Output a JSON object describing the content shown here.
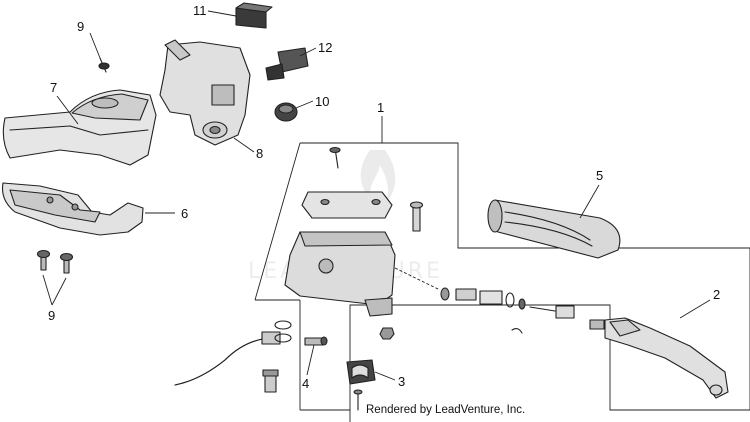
{
  "diagram": {
    "callouts": {
      "c1": "1",
      "c2": "2",
      "c3": "3",
      "c4": "4",
      "c5": "5",
      "c6": "6",
      "c7": "7",
      "c8": "8",
      "c9a": "9",
      "c9b": "9",
      "c10": "10",
      "c11": "11",
      "c12": "12"
    },
    "watermark": "LEADVENTURE",
    "credit": "Rendered by LeadVenture, Inc."
  }
}
